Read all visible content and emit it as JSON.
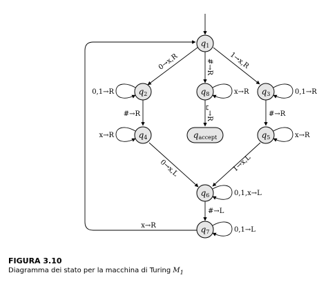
{
  "states": {
    "q1": {
      "base": "q",
      "sub": "1"
    },
    "q2": {
      "base": "q",
      "sub": "2"
    },
    "q3": {
      "base": "q",
      "sub": "3"
    },
    "q4": {
      "base": "q",
      "sub": "4"
    },
    "q5": {
      "base": "q",
      "sub": "5"
    },
    "q6": {
      "base": "q",
      "sub": "6"
    },
    "q7": {
      "base": "q",
      "sub": "7"
    },
    "q8": {
      "base": "q",
      "sub": "8"
    },
    "qaccept": {
      "base": "q",
      "sub": "accept"
    }
  },
  "transitions": {
    "q1_q2": "0→x,R",
    "q1_q8": "#→R",
    "q1_q3": "1→x,R",
    "q2_loop": "0,1→R",
    "q3_loop": "0,1→R",
    "q8_loop": "x→R",
    "q2_q4": "#→R",
    "q3_q5": "#→R",
    "q8_qaccept": "␣→R",
    "q4_loop": "x→R",
    "q5_loop": "x→R",
    "q4_q6": "0→x,L",
    "q5_q6": "1→x,L",
    "q6_loop": "0,1,x→L",
    "q6_q7": "#→L",
    "q7_loop": "0,1→L",
    "q7_q1": "x→R"
  },
  "caption": {
    "title": "FIGURA   3.10",
    "text": "Diagramma dei stato per la macchina di Turing ",
    "machine_base": "M",
    "machine_sub": "1"
  }
}
